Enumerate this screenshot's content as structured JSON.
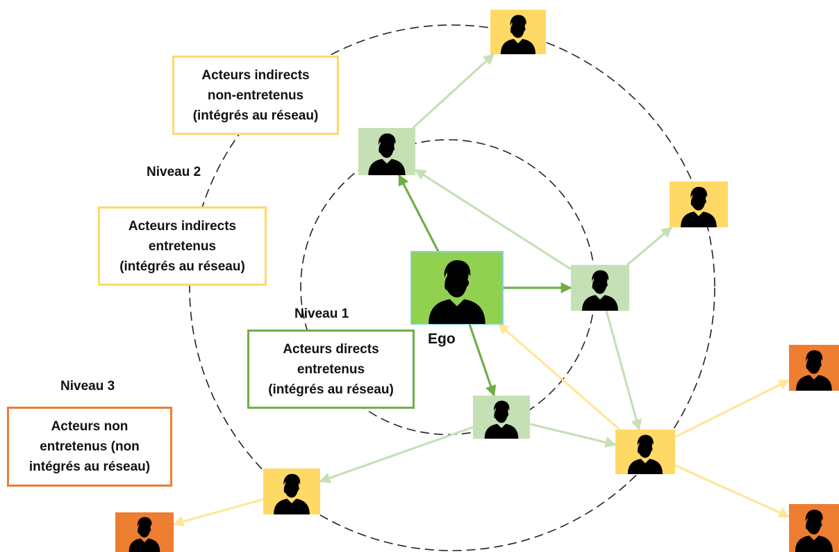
{
  "colors": {
    "ego_fill": "#92D050",
    "ego_border": "#7FD3D8",
    "direct_fill": "#C5E0B4",
    "indirect_fill": "#FFD966",
    "non_maintained_fill": "#ED7D31",
    "arrow_dark_green": "#70AD47",
    "arrow_light_green": "#C5E0B4",
    "arrow_yellow": "#FFE699",
    "person": "#000000"
  },
  "labels": {
    "ego": "Ego",
    "level_1": "Niveau 1",
    "level_2": "Niveau 2",
    "level_3": "Niveau 3"
  },
  "boxes": {
    "indirect_non_maintained": [
      "Acteurs indirects",
      "non-entretenus",
      "(intégrés au réseau)"
    ],
    "indirect_maintained": [
      "Acteurs indirects",
      "entretenus",
      "(intégrés au réseau)"
    ],
    "direct_maintained": [
      "Acteurs directs",
      "entretenus",
      "(intégrés au réseau)"
    ],
    "non_maintained": [
      "Acteurs non",
      "entretenus (non",
      "intégrés au réseau)"
    ]
  },
  "nodes": [
    {
      "id": "ego",
      "kind": "ego",
      "icon": "person-icon"
    },
    {
      "id": "g1",
      "kind": "direct",
      "icon": "person-icon"
    },
    {
      "id": "g2",
      "kind": "direct",
      "icon": "person-icon"
    },
    {
      "id": "g3",
      "kind": "direct",
      "icon": "person-icon"
    },
    {
      "id": "y1",
      "kind": "indirect",
      "icon": "person-icon"
    },
    {
      "id": "y2",
      "kind": "indirect",
      "icon": "person-icon"
    },
    {
      "id": "y3",
      "kind": "indirect",
      "icon": "person-icon"
    },
    {
      "id": "y4",
      "kind": "indirect",
      "icon": "person-icon"
    },
    {
      "id": "o1",
      "kind": "non_maintained",
      "icon": "person-icon"
    },
    {
      "id": "o2",
      "kind": "non_maintained",
      "icon": "person-icon"
    },
    {
      "id": "o3",
      "kind": "non_maintained",
      "icon": "person-icon"
    }
  ],
  "edges": [
    {
      "from": "ego",
      "to": "g1",
      "style": "dark_green"
    },
    {
      "from": "ego",
      "to": "g2",
      "style": "dark_green"
    },
    {
      "from": "ego",
      "to": "g3",
      "style": "dark_green"
    },
    {
      "from": "g2",
      "to": "g1",
      "style": "light_green"
    },
    {
      "from": "g1",
      "to": "y1",
      "style": "light_green"
    },
    {
      "from": "g2",
      "to": "y2",
      "style": "light_green"
    },
    {
      "from": "g2",
      "to": "y3",
      "style": "light_green"
    },
    {
      "from": "g3",
      "to": "y3",
      "style": "light_green"
    },
    {
      "from": "g3",
      "to": "y4",
      "style": "light_green"
    },
    {
      "from": "y3",
      "to": "ego",
      "style": "yellow"
    },
    {
      "from": "y3",
      "to": "o2",
      "style": "yellow"
    },
    {
      "from": "y3",
      "to": "o3",
      "style": "yellow"
    },
    {
      "from": "y4",
      "to": "o1",
      "style": "yellow"
    }
  ]
}
